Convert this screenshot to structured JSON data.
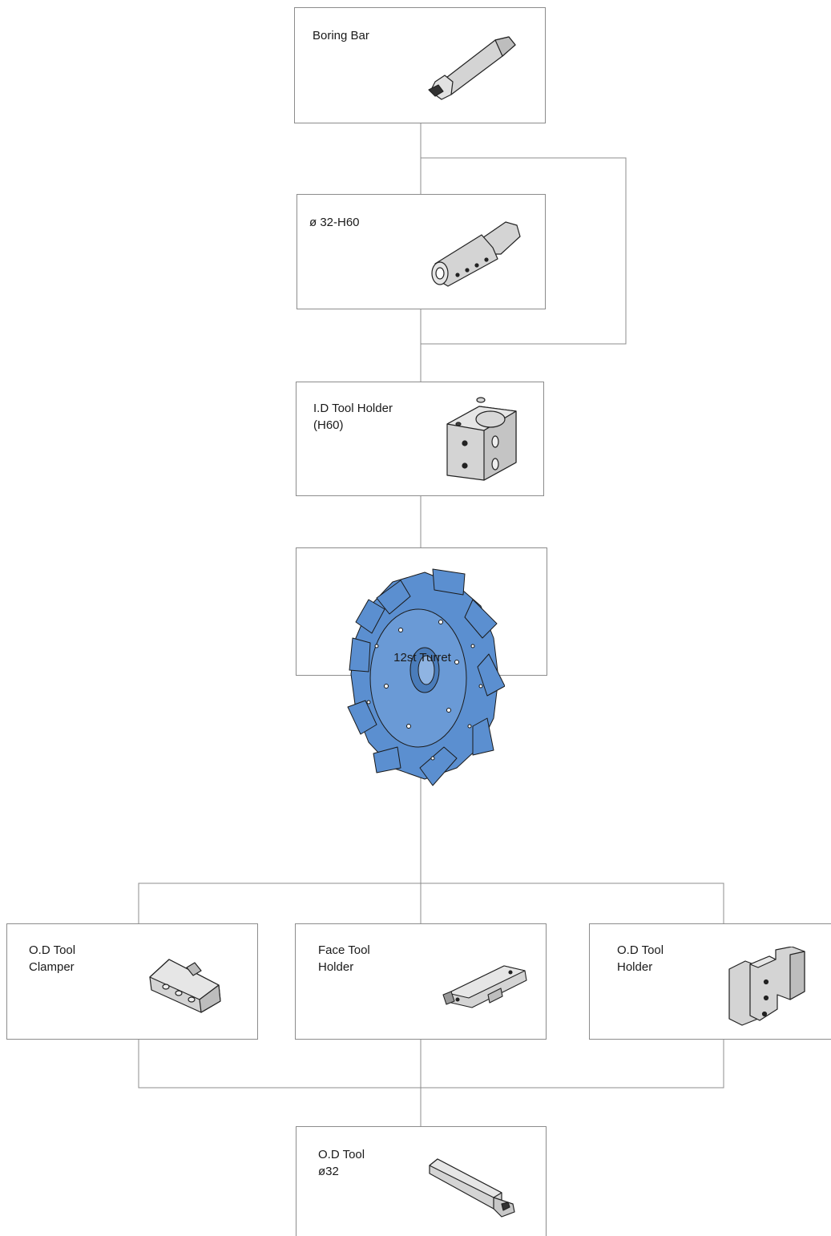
{
  "nodes": {
    "boring_bar": {
      "label": "Boring Bar",
      "icon": "boring-bar-icon"
    },
    "sleeve": {
      "label": "ø 32-H60",
      "icon": "sleeve-icon"
    },
    "id_holder": {
      "label": "I.D Tool Holder\n(H60)",
      "icon": "id-tool-holder-icon"
    },
    "turret": {
      "label": "12st Turret",
      "icon": "turret-icon"
    },
    "od_clamper": {
      "label": "O.D Tool\nClamper",
      "icon": "od-tool-clamper-icon"
    },
    "face_holder": {
      "label": "Face Tool\nHolder",
      "icon": "face-tool-holder-icon"
    },
    "od_holder": {
      "label": "O.D Tool\nHolder",
      "icon": "od-tool-holder-icon"
    },
    "od_tool": {
      "label": "O.D Tool\nø32",
      "icon": "od-tool-icon"
    }
  },
  "colors": {
    "line": "#8c8c8c",
    "part_gray": "#d4d4d4",
    "turret_blue": "#5b8fd0"
  }
}
